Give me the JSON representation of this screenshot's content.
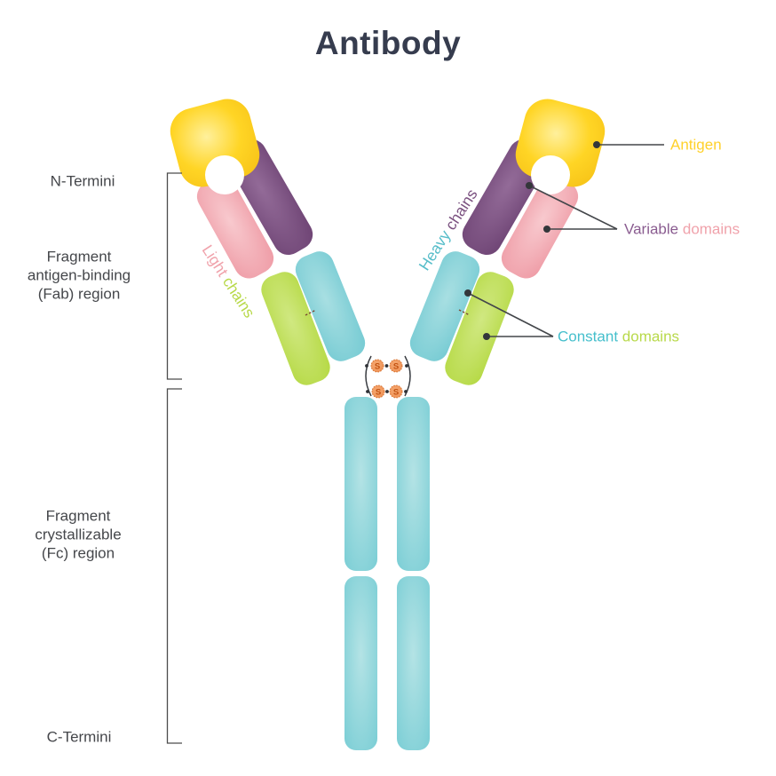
{
  "title": "Antibody",
  "left_labels": {
    "n_termini": "N-Termini",
    "fab": [
      "Fragment",
      "antigen-binding",
      "(Fab) region"
    ],
    "fc": [
      "Fragment",
      "crystallizable",
      "(Fc) region"
    ],
    "c_termini": "C-Termini"
  },
  "right_labels": {
    "antigen": "Antigen",
    "variable": [
      "Variable",
      "domains"
    ],
    "constant": [
      "Constant",
      "domains"
    ]
  },
  "chain_labels": {
    "light": [
      "Light",
      "chains"
    ],
    "heavy": [
      "Heavy",
      "chains"
    ]
  },
  "hinge": {
    "s": "S"
  },
  "colors": {
    "antigen_yellow": "#FFD12B",
    "light_chain_pink": "#F0A2AB",
    "light_chain_green": "#BCDB4E",
    "heavy_chain_purple": "#7B5180",
    "heavy_chain_teal": "#7FD0D7",
    "disulfide_orange": "#F0955C",
    "disulfide_letter": "#C2500F",
    "title_dark": "#363C4E",
    "label_gray": "#45474B",
    "leader_line": "#43464A"
  }
}
